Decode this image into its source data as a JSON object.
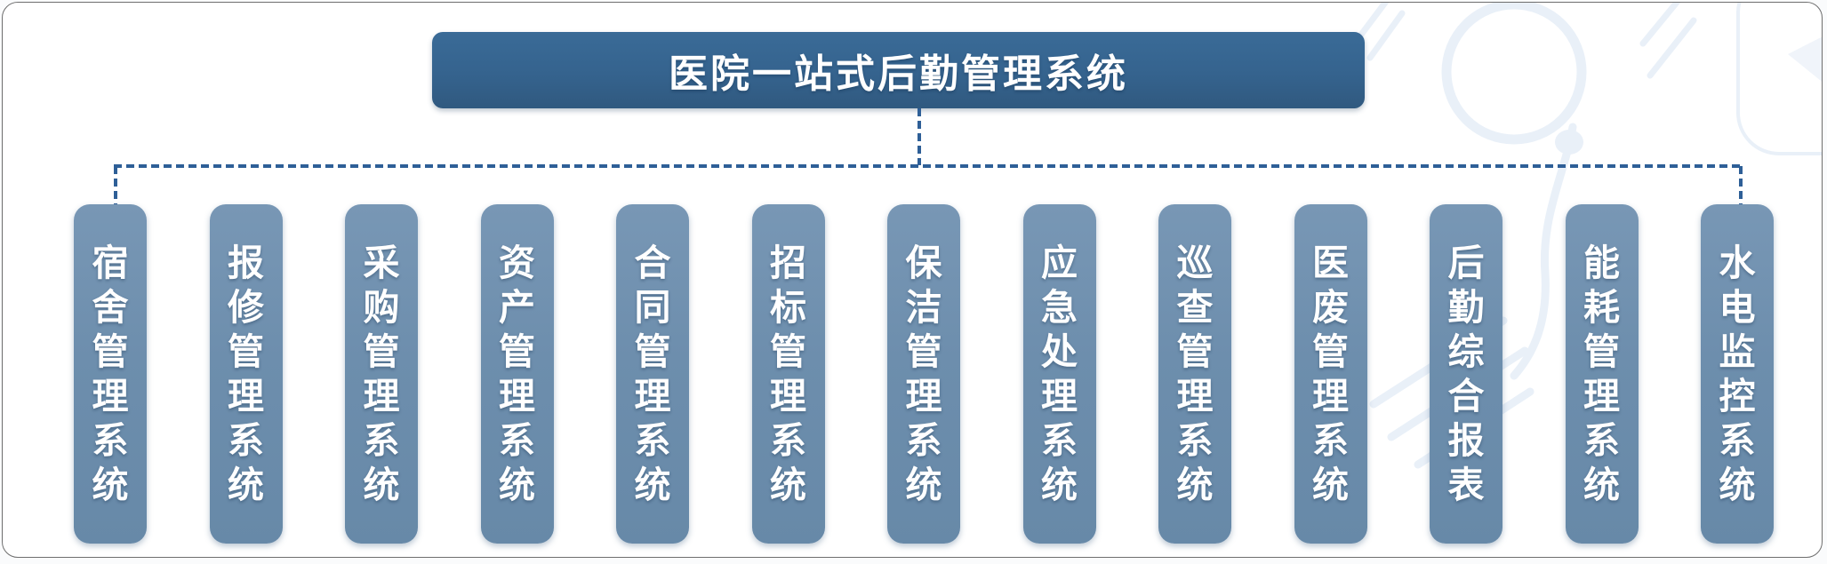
{
  "diagram": {
    "title": {
      "label": "医院一站式后勤管理系统"
    },
    "columns": [
      {
        "label": "宿舍管理系统"
      },
      {
        "label": "报修管理系统"
      },
      {
        "label": "采购管理系统"
      },
      {
        "label": "资产管理系统"
      },
      {
        "label": "合同管理系统"
      },
      {
        "label": "招标管理系统"
      },
      {
        "label": "保洁管理系统"
      },
      {
        "label": "应急处理系统"
      },
      {
        "label": "巡查管理系统"
      },
      {
        "label": "医废管理系统"
      },
      {
        "label": "后勤综合报表"
      },
      {
        "label": "能耗管理系统"
      },
      {
        "label": "水电监控系统"
      }
    ],
    "colors": {
      "title_bg": "#35638e",
      "title_bg_light": "#3a6b97",
      "column_bg": "#6d8ead",
      "connector": "#2e5f97",
      "text": "#ffffff",
      "watermark": "#e9f0f8",
      "card_border": "#6e6e6e"
    }
  }
}
